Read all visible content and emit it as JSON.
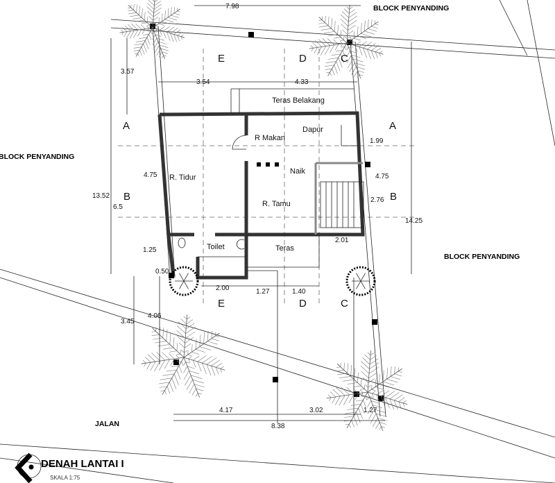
{
  "title": "DENAH LANTAI I",
  "scale": "SKALA 1:75",
  "neighbors": {
    "top": "BLOCK PENYANDING",
    "left": "BLOCK PENYANDING",
    "right": "BLOCK PENYANDING"
  },
  "road": "JALAN",
  "rooms": {
    "teras_belakang": "Teras Belakang",
    "r_makan": "R Makan",
    "dapur": "Dapur",
    "naik": "Naik",
    "r_tidur": "R. Tidur",
    "r_tamu": "R. Tamu",
    "toilet": "Toilet",
    "teras": "Teras"
  },
  "axes": {
    "e": "E",
    "d": "D",
    "c": "C",
    "a": "A",
    "b": "B"
  },
  "dimensions": {
    "top_width": "7.98",
    "left_top": "3.57",
    "top_e_d": "3.54",
    "top_d_c": "4.33",
    "right_a": "1.99",
    "left_475": "4.75",
    "right_475": "4.75",
    "right_276": "2.76",
    "left_total": "13.52",
    "left_65": "6.5",
    "right_total": "14.25",
    "stair_width": "2.01",
    "left_125": "1.25",
    "left_050": "0.50",
    "bottom_200": "2.00",
    "bottom_127": "1.27",
    "bottom_140": "1.40",
    "left_345": "3.45",
    "left_406": "4.06",
    "front_417": "4.17",
    "front_838": "8.38",
    "front_302": "3.02",
    "front_127": "1.27"
  }
}
